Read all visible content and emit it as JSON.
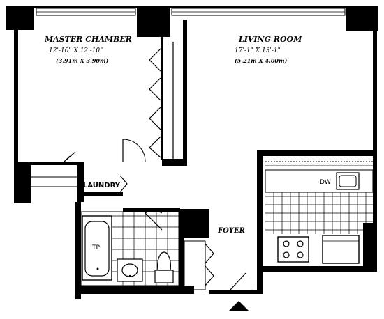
{
  "rooms": {
    "master": {
      "name": "MASTER CHAMBER",
      "dim_imperial": "12'-10\" X 12'-10\"",
      "dim_metric": "(3.91m X 3.90m)"
    },
    "living": {
      "name": "LIVING ROOM",
      "dim_imperial": "17'-1\" X 13'-1\"",
      "dim_metric": "(5.21m X 4.00m)"
    }
  },
  "labels": {
    "laundry": "LAUNDRY",
    "foyer": "FOYER",
    "dishwasher": "DW",
    "tub": "TP"
  },
  "icons": {
    "entry": "entry-arrow-icon"
  }
}
